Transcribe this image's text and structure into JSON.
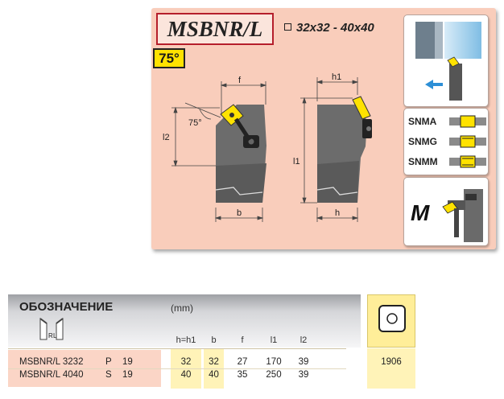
{
  "product": {
    "model": "MSBNR/L",
    "size_range": "32x32 - 40x40",
    "approach_angle": "75°"
  },
  "drawing": {
    "dimension_labels": {
      "f": "f",
      "h1": "h1",
      "l1": "l1",
      "l2": "l2",
      "b": "b",
      "h": "h",
      "angle": "75°"
    }
  },
  "insert_types": [
    {
      "label": "SNMA"
    },
    {
      "label": "SNMG"
    },
    {
      "label": "SNMM"
    }
  ],
  "clamp_type": {
    "letter": "M"
  },
  "table": {
    "title": "ОБОЗНАЧЕНИЕ",
    "unit": "(mm)",
    "hand_labels": {
      "right": "R",
      "left": "L"
    },
    "columns": [
      "h=h1",
      "b",
      "f",
      "l1",
      "l2"
    ],
    "rows": [
      {
        "designation": "MSBNR/L 3232",
        "code": "P",
        "size": "19",
        "h": "32",
        "b": "32",
        "f": "27",
        "l1": "170",
        "l2": "39",
        "insert": "1906"
      },
      {
        "designation": "MSBNR/L 4040",
        "code": "S",
        "size": "19",
        "h": "40",
        "b": "40",
        "f": "35",
        "l1": "250",
        "l2": "39",
        "insert": ""
      }
    ]
  },
  "colors": {
    "panel": "#f9cdbb",
    "accent_red": "#b51e2b",
    "insert_yellow": "#ffe200",
    "column_highlight": "#fff3b8"
  }
}
